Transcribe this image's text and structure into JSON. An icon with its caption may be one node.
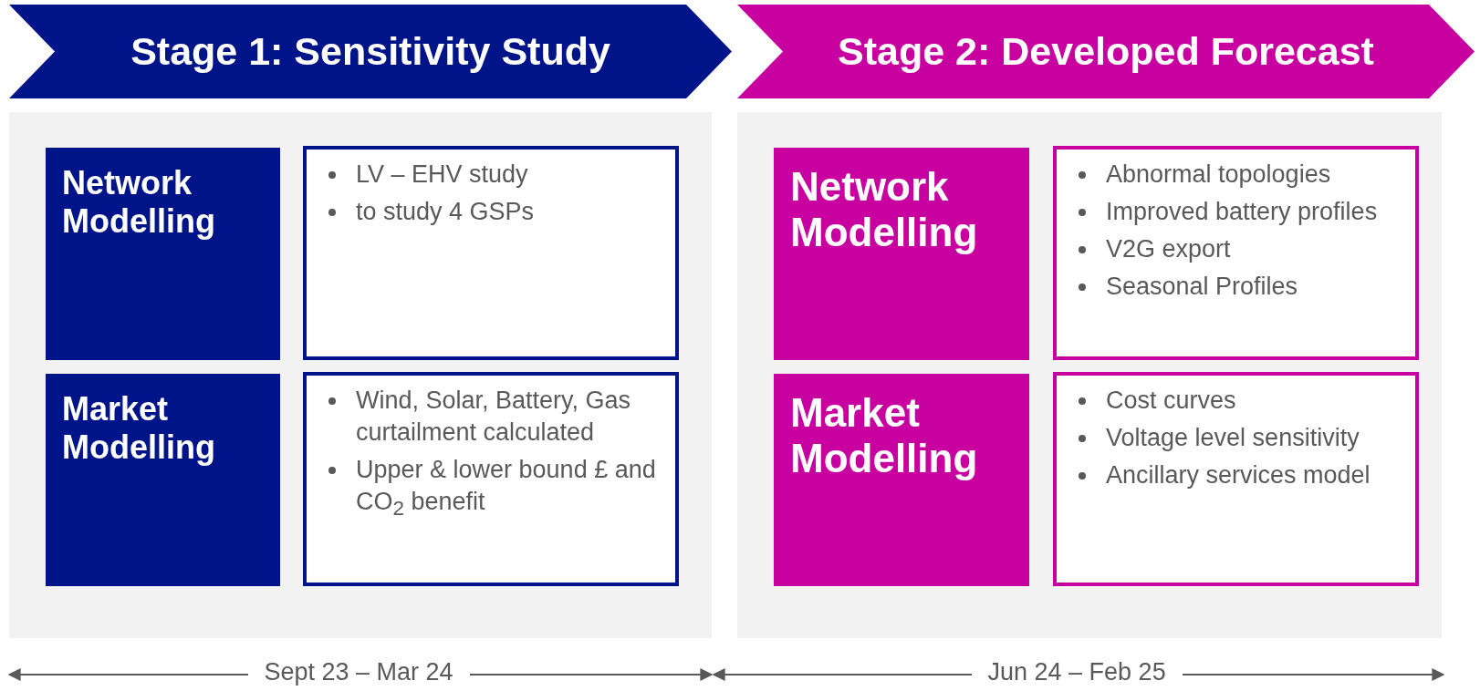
{
  "diagram": {
    "nodes": [
      {
        "text": [
          "Stage 1: Sensitivity Study"
        ]
      },
      {
        "text": [
          "Network Modelling"
        ]
      },
      {
        "text": [
          "LV – EHV study",
          "to study 4 GSPs"
        ]
      },
      {
        "text": [
          "Market Modelling"
        ]
      },
      {
        "text": [
          "Wind, Solar, Battery, Gas curtailment calculated",
          "Upper & lower bound £ and CO$_{2}$ benefit"
        ]
      },
      {
        "text": [
          "Stage 2: Developed Forecast"
        ]
      },
      {
        "text": [
          "Network Modelling"
        ]
      },
      {
        "text": [
          "Abnormal topologies",
          "Improved battery profiles",
          "V2G export",
          "Seasonal Profiles"
        ]
      },
      {
        "text": [
          "Market Modelling"
        ]
      },
      {
        "text": [
          "Cost curves",
          "Voltage level sensitivity",
          "Ancillary services model"
        ]
      }
    ],
    "labels": [
      "Sept 23 – Mar 24",
      "Jun 24 – Feb 25"
    ]
  }
}
